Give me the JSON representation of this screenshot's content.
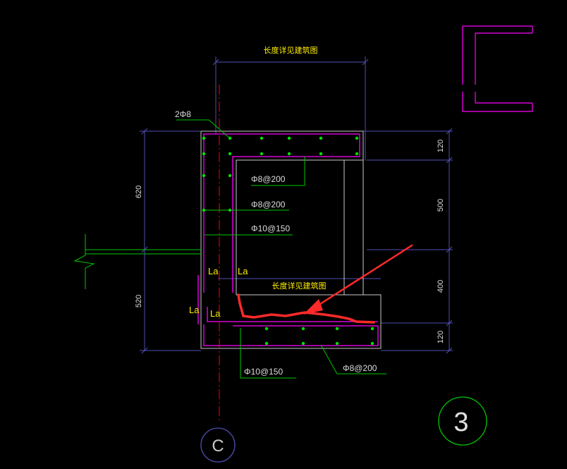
{
  "colors": {
    "dimension": "#5050b4",
    "concrete": "#c8c8c8",
    "rebar_outline": "#ff00ff",
    "rebar_dot": "#00e000",
    "label": "#ffee00",
    "leader": "#00c800",
    "axis_line": "#ff0000",
    "highlight": "#ff2a2a",
    "bubble": "#5050b4",
    "detail_bubble": "#00c800"
  },
  "titles": {
    "top": "长度详见建筑图",
    "inner": "长度详见建筑图"
  },
  "rebar_labels": {
    "top_bars": "2Φ8",
    "stirrup_1": "Φ8@200",
    "stirrup_2": "Φ8@200",
    "stirrup_3": "Φ10@150",
    "bottom_left": "Φ10@150",
    "bottom_right": "Φ8@200"
  },
  "anchorage_labels": [
    "La",
    "La",
    "La",
    "La"
  ],
  "dimensions_left": [
    "620",
    "520"
  ],
  "dimensions_right": [
    "120",
    "500",
    "400",
    "120"
  ],
  "axis_bubble": "C",
  "detail_number": "3"
}
